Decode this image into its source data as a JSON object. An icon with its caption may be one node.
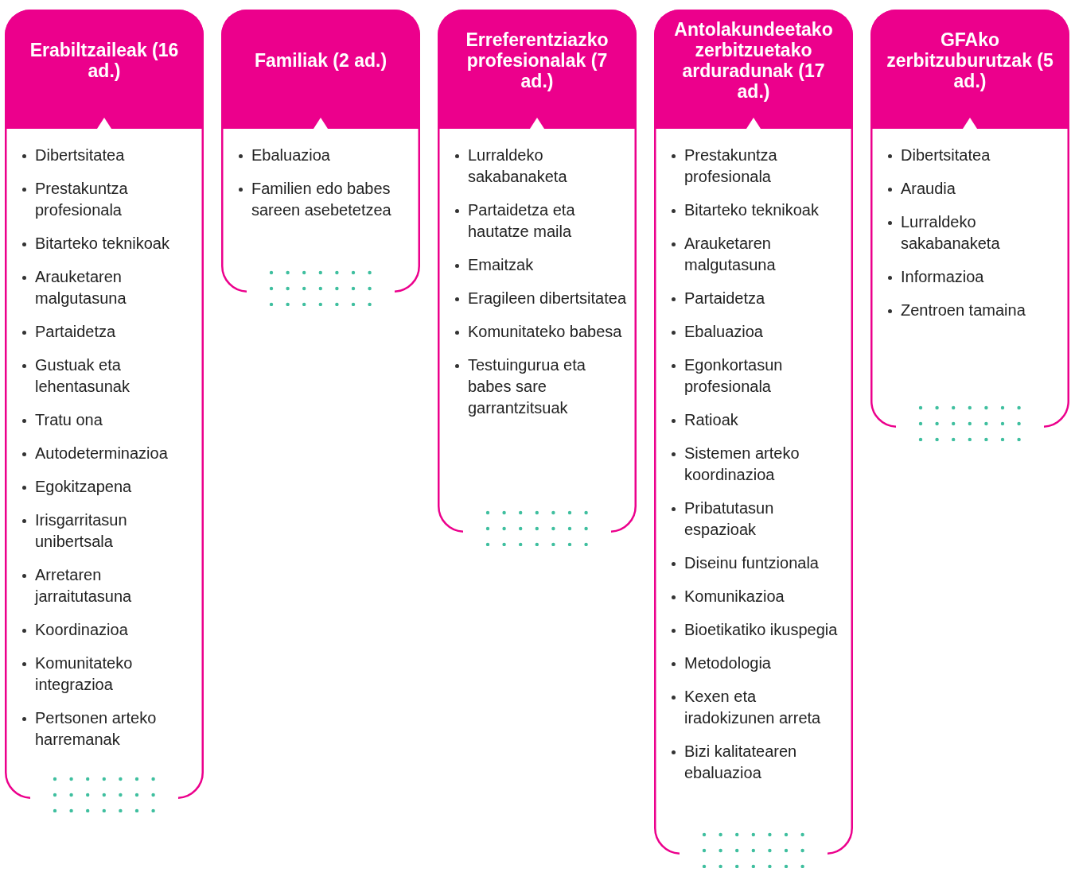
{
  "diagram": {
    "nodes": [
      {
        "text": [
          "Erabiltzaileak (16 ad.)",
          "Dibertsitatea",
          "Prestakuntza profesionala",
          "Bitarteko teknikoak",
          "Arauketaren malgutasuna",
          "Partaidetza",
          "Gustuak eta lehentasunak",
          "Tratu ona",
          "Autodeterminazioa",
          "Egokitzapena",
          "Irisgarritasun unibertsala",
          "Arretaren jarraitutasuna",
          "Koordinazioa",
          "Komunitateko integrazioa",
          "Pertsonen arteko harremanak"
        ]
      },
      {
        "text": [
          "Familiak (2 ad.)",
          "Ebaluazioa",
          "Familien edo babes sareen asebetetzea"
        ]
      },
      {
        "text": [
          "Erreferentziazko profesionalak (7 ad.)",
          "Lurraldeko sakabanaketa",
          "Partaidetza eta hautatze maila",
          "Emaitzak",
          "Eragileen dibertsitatea",
          "Komunitateko babesa",
          "Testuingurua eta babes sare garrantzitsuak"
        ]
      },
      {
        "text": [
          "Antolakundeetako zerbitzuetako arduradunak (17 ad.)",
          "Prestakuntza profesionala",
          "Bitarteko teknikoak",
          "Arauketaren malgutasuna",
          "Partaidetza",
          "Ebaluazioa",
          "Egonkortasun profesionala",
          "Ratioak",
          "Sistemen arteko koordinazioa",
          "Pribatutasun espazioak",
          "Diseinu funtzionala",
          "Komunikazioa",
          "Bioetikatiko ikuspegia",
          "Metodologia",
          "Kexen eta iradokizunen arreta",
          "Bizi kalitatearen ebaluazioa"
        ]
      },
      {
        "text": [
          "GFAko zerbitzuburutzak (5 ad.)",
          "Dibertsitatea",
          "Araudia",
          "Lurraldeko sakabanaketa",
          "Informazioa",
          "Zentroen tamaina"
        ]
      }
    ]
  }
}
